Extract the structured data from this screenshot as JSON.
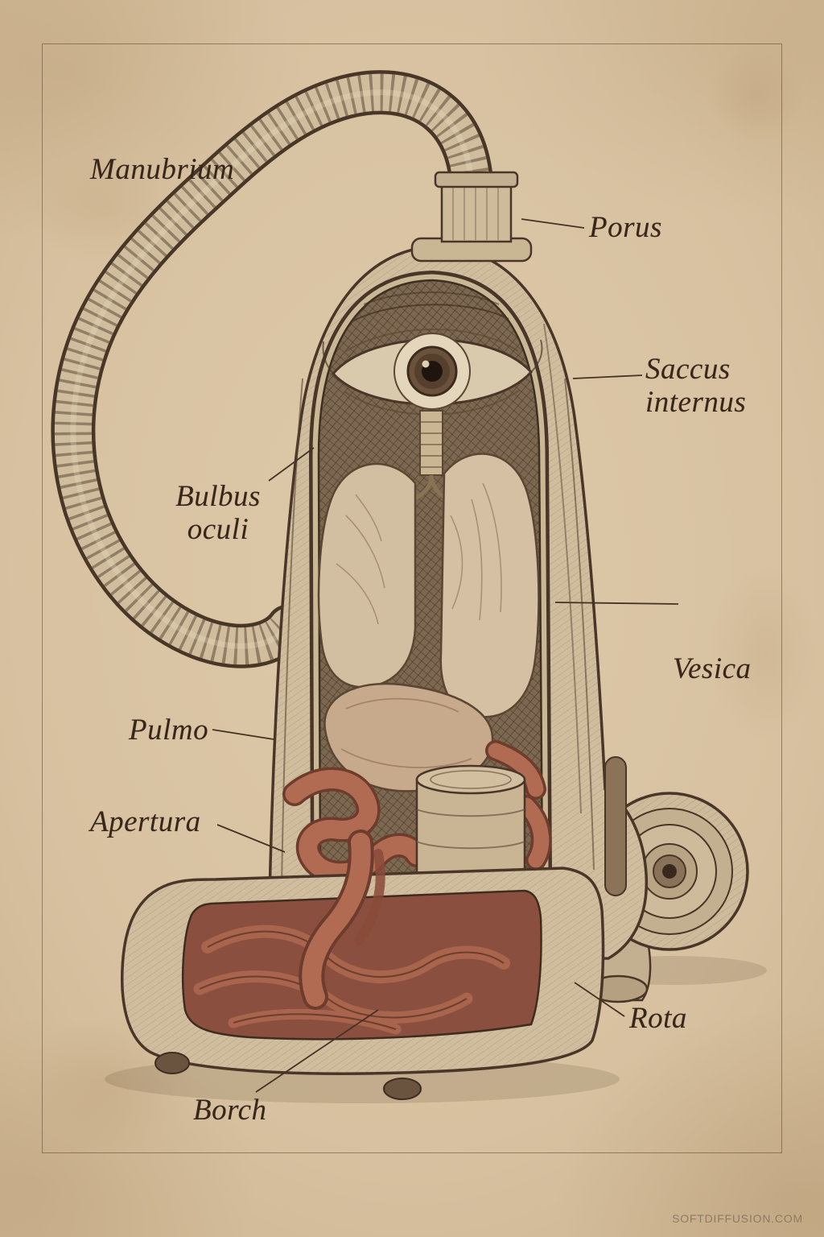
{
  "labels": {
    "manubrium": "Manubrium",
    "porus": "Porus",
    "saccus_internus": "Saccus\ninternus",
    "bulbus_oculi": "Bulbus\noculi",
    "vesica": "Vesica",
    "pulmo": "Pulmo",
    "apertura": "Apertura",
    "rota": "Rota",
    "borch": "Borch"
  },
  "watermark": "SOFTDIFFUSION.COM",
  "colors": {
    "paper": "#d7c1a0",
    "ink": "#4a3628",
    "shell": "#cfbd9e",
    "interior": "#7c6850",
    "organ": "#d2bfa2",
    "stomach": "#c7a98c",
    "intestine": "#b06b52",
    "intestine_outline": "#6e3c2c",
    "tray_red": "#8a4f3e",
    "iris": "#6b523c"
  }
}
